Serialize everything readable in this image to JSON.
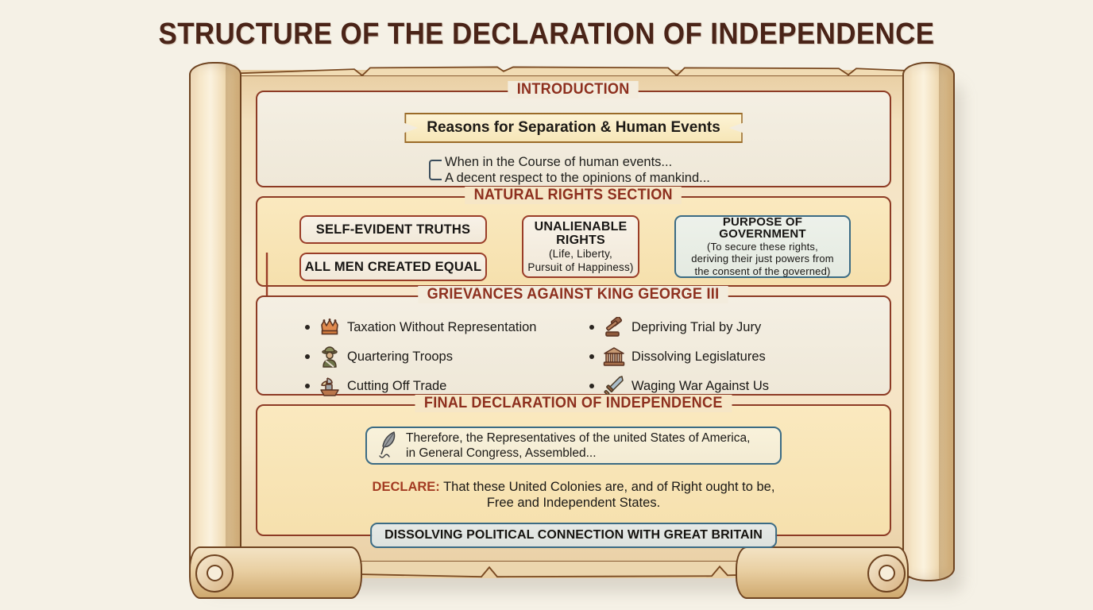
{
  "title": "STRUCTURE OF THE DECLARATION OF INDEPENDENCE",
  "colors": {
    "background": "#f5f1e6",
    "title_text": "#4a2418",
    "section_border": "#8d3b25",
    "section_heading": "#8d2f1e",
    "parchment_light": "#f7e9cf",
    "parchment_dark": "#e8cda1",
    "accent_blue": "#3b6b84",
    "arrow_red": "#9a3d28",
    "declare_label": "#a33b22"
  },
  "sections": [
    {
      "heading": "INTRODUCTION",
      "banner": "Reasons for Separation & Human Events",
      "quotes": [
        "When in the Course of human events...",
        "A decent respect to the opinions of mankind..."
      ]
    },
    {
      "heading": "NATURAL RIGHTS SECTION",
      "left_boxes": [
        "SELF-EVIDENT TRUTHS",
        "ALL MEN CREATED EQUAL"
      ],
      "middle_box": {
        "title_line1": "UNALIENABLE",
        "title_line2": "RIGHTS",
        "sub_line1": "(Life, Liberty,",
        "sub_line2": "Pursuit of Happiness)"
      },
      "right_box": {
        "title": "PURPOSE OF GOVERNMENT",
        "sub_line1": "(To secure these rights,",
        "sub_line2": "deriving their just powers from",
        "sub_line3": "the consent of the governed)"
      }
    },
    {
      "heading": "GRIEVANCES AGAINST KING GEORGE III",
      "items": [
        {
          "icon": "crown-icon",
          "label": "Taxation Without Representation"
        },
        {
          "icon": "gavel-icon",
          "label": "Depriving Trial by Jury"
        },
        {
          "icon": "soldier-icon",
          "label": "Quartering Troops"
        },
        {
          "icon": "capitol-icon",
          "label": "Dissolving Legislatures"
        },
        {
          "icon": "ship-icon",
          "label": "Cutting Off Trade"
        },
        {
          "icon": "sword-icon",
          "label": "Waging War Against Us"
        }
      ]
    },
    {
      "heading": "FINAL DECLARATION OF INDEPENDENCE",
      "quote_icon": "quill-icon",
      "quote_line1": "Therefore, the Representatives of the united States of America,",
      "quote_line2": "in General Congress, Assembled...",
      "declare_label": "DECLARE:",
      "declare_line1": " That these United Colonies are, and of Right ought to be,",
      "declare_line2": "Free and Independent States.",
      "badge": "DISSOLVING POLITICAL CONNECTION WITH GREAT BRITAIN"
    }
  ]
}
